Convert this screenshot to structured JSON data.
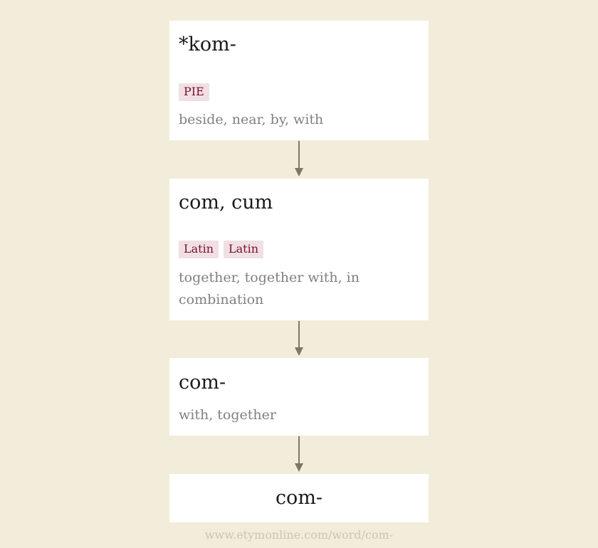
{
  "nodes": [
    {
      "title": "*kom-",
      "tags": [
        "PIE"
      ],
      "gloss": "beside, near, by, with"
    },
    {
      "title": "com, cum",
      "tags": [
        "Latin",
        "Latin"
      ],
      "gloss": "together, together with, in combination"
    },
    {
      "title": "com-",
      "tags": [],
      "gloss": "with, together"
    },
    {
      "title": "com-"
    }
  ],
  "footer": "www.etymonline.com/word/com-",
  "colors": {
    "background": "#f2ecda",
    "card": "#ffffff",
    "tag_bg": "#f0e0e4",
    "tag_text": "#7a1030",
    "gloss_text": "#808080",
    "arrow": "#7d7766"
  }
}
